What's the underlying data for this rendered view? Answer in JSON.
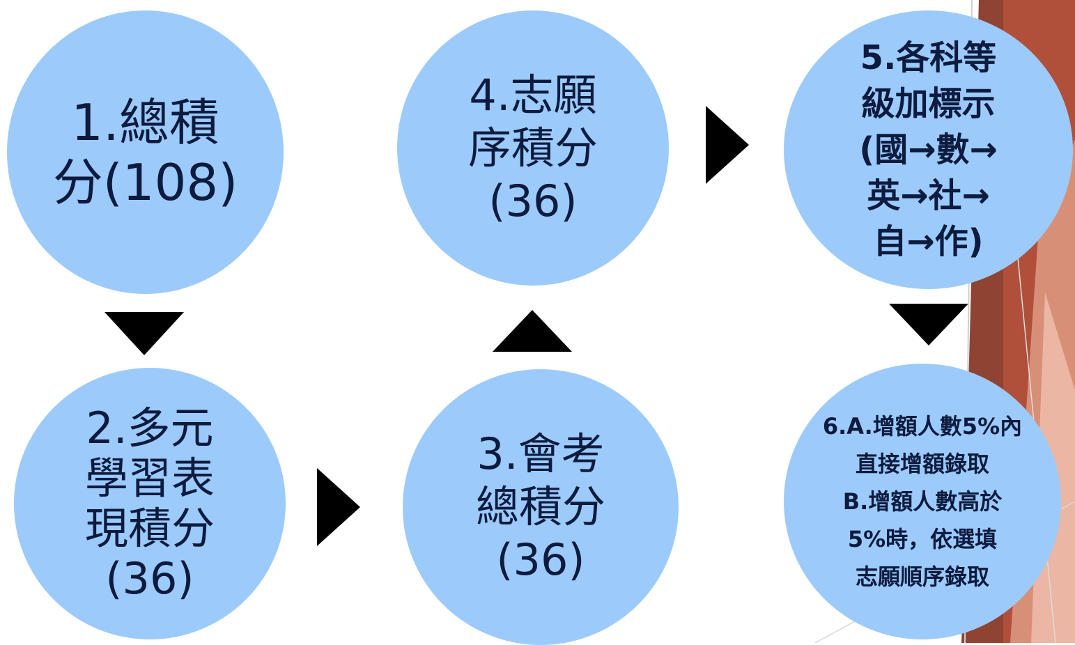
{
  "steps": {
    "step1": "1.總積\n分(108)",
    "step2": "2.多元\n學習表\n現積分\n(36)",
    "step3": "3.會考\n總積分\n(36)",
    "step4": "4.志願\n序積分\n(36)",
    "step5": "5.各科等\n級加標示\n(國→數→\n英→社→\n自→作)",
    "step6": "6.A.增額人數5%內\n  直接增額錄取\nB.增額人數高於\n  5%時，依選填\n志願順序錄取"
  },
  "colors": {
    "circle": "#9ccbfb",
    "text": "#0d1b3e",
    "arrow": "#000000",
    "accent": "#a0432f"
  }
}
